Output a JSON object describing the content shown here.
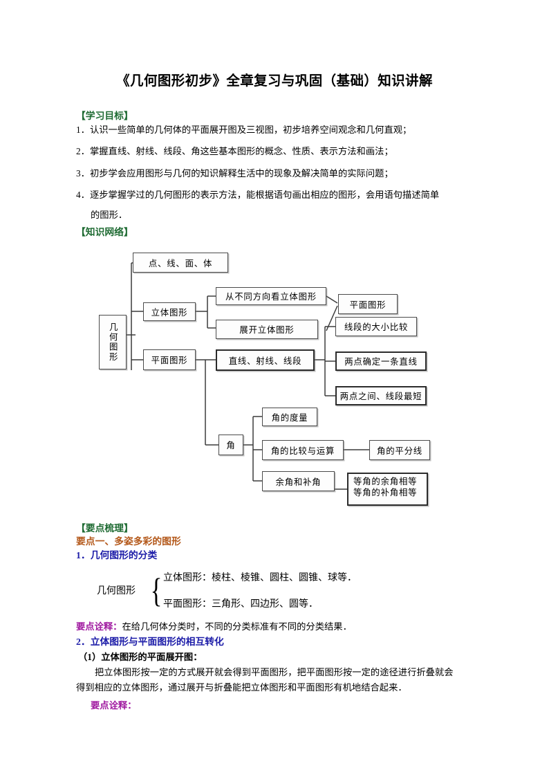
{
  "document": {
    "title": "《几何图形初步》全章复习与巩固（基础）知识讲解"
  },
  "objectives": {
    "heading": "【学习目标】",
    "items": [
      {
        "num": "1．",
        "text": "认识一些简单的几何体的平面展开图及三视图，初步培养空间观念和几何直观；"
      },
      {
        "num": "2．",
        "text": "掌握直线、射线、线段、角这些基本图形的概念、性质、表示方法和画法；"
      },
      {
        "num": "3．",
        "text": "初步学会应用图形与几何的知识解释生活中的现象及解决简单的实际问题；"
      },
      {
        "num": "4．",
        "text": "逐步掌握学过的几何图形的表示方法，能根据语句画出相应的图形，会用语句描述简单"
      },
      {
        "num": "",
        "text": "的图形．"
      }
    ]
  },
  "knowledge_network": {
    "heading": "【知识网络】",
    "nodes": {
      "root": "几何图形",
      "dots_lines": "点、线、面、体",
      "solid": "立体图形",
      "plane": "平面图形",
      "view_from_directions": "从不同方向看立体图形",
      "unfold_solid": "展开立体图形",
      "plane_shape_result": "平面图形",
      "line_ray_segment": "直线、射线、线段",
      "segment_compare": "线段的大小比较",
      "two_points_line": "两点确定一条直线",
      "two_points_shortest": "两点之间、线段最短",
      "angle": "角",
      "angle_measure": "角的度量",
      "angle_compare": "角的比较与运算",
      "angle_bisector": "角的平分线",
      "complement_supplement": "余角和补角",
      "equal_complements_line1": "等角的余角相等",
      "equal_complements_line2": "等角的补角相等"
    }
  },
  "key_points": {
    "heading": "【要点梳理】",
    "point_one_title": "要点一、多姿多彩的图形",
    "sub1_title": "1．几何图形的分类",
    "classification": {
      "label": "几何图形",
      "rows": [
        "立体图形：棱柱、棱锥、圆柱、圆锥、球等．",
        "平面图形：三角形、四边形、圆等．"
      ]
    },
    "note1_label": "要点诠释：",
    "note1_text": "在给几何体分类时，不同的分类标准有不同的分类结果．",
    "sub2_title": "2．立体图形与平面图形的相互转化",
    "sub2_item1": "（1）立体图形的平面展开图：",
    "sub2_para_line1": "把立体图形按一定的方式展开就会得到平面图形，把平面图形按一定的途径进行折叠就会",
    "sub2_para_line2": "得到相应的立体图形，通过展开与折叠能把立体图形和平面图形有机地结合起来．",
    "note2_label": "要点诠释："
  },
  "colors": {
    "section_green": "#1f6b33",
    "key_orange": "#b4591b",
    "key_blue": "#1c1ca8",
    "key_purple": "#a01aa0",
    "node_border": "#4a4a4a"
  }
}
